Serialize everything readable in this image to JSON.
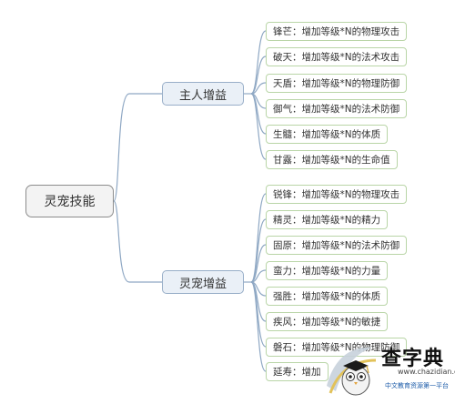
{
  "root": {
    "label": "灵宠技能"
  },
  "branches": [
    {
      "label": "主人增益",
      "leaves": [
        "锋芒：增加等级*N的物理攻击",
        "破天：增加等级*N的法术攻击",
        "天盾：增加等级*N的物理防御",
        "御气：增加等级*N的法术防御",
        "生髓：增加等级*N的体质",
        "甘露：增加等级*N的生命值"
      ]
    },
    {
      "label": "灵宠增益",
      "leaves": [
        "锐锋：增加等级*N的物理攻击",
        "精灵：增加等级*N的精力",
        "固原：增加等级*N的法术防御",
        "蛮力：增加等级*N的力量",
        "强胜：增加等级*N的体质",
        "疾风：增加等级*N的敏捷",
        "磐石：增加等级*N的物理防御",
        "延寿：增加"
      ]
    }
  ],
  "colors": {
    "link": "#8fa8c4",
    "root_bg": "#f3f3f3",
    "branch_bg": "#eaf0f7",
    "leaf_border": "#b9d5a7"
  },
  "watermark": {
    "title": "查字典",
    "url": "www.chazidian.com",
    "sub": "中文教育资源第一平台",
    "icon": "graduate-owl-icon"
  }
}
